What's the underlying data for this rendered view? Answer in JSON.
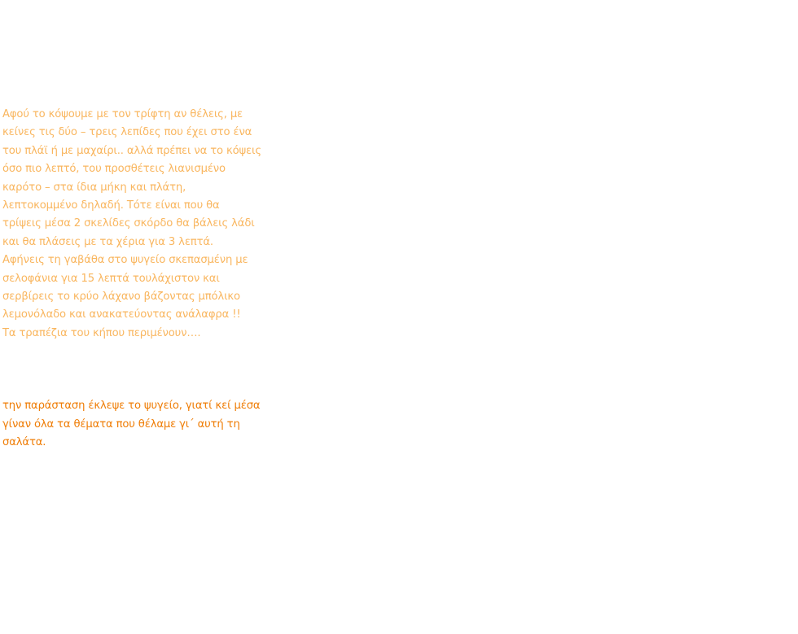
{
  "recipe": {
    "paragraphs": [
      "Αφού το κόψουμε με τον τρίφτη αν θέλεις, με κείνες τις δύο – τρεις λεπίδες που έχει στο ένα του πλάϊ ή με μαχαίρι.. αλλά πρέπει να το κόψεις όσο πιο λεπτό, του προσθέτεις λιανισμένο καρότο – στα ίδια μήκη και πλάτη, λεπτοκομμένο δηλαδή. Τότε είναι που θα τρίψεις μέσα 2 σκελίδες σκόρδο θα βάλεις λάδι και θα πλάσεις με τα χέρια για 3 λεπτά.",
      "Αφήνεις τη γαβάθα στο ψυγείο σκεπασμένη με σελοφάνια για 15 λεπτά τουλάχιστον και σερβίρεις το κρύο λάχανο βάζοντας μπόλικο λεμονόλαδο και ανακατεύοντας ανάλαφρα !!",
      "Τα τραπέζια του κήπου περιμένουν…."
    ],
    "note": "την παράσταση έκλεψε το ψυγείο, γιατί κεί μέσα γίναν όλα τα θέματα που θέλαμε γι΄ αυτή τη σαλάτα."
  },
  "colors": {
    "light_text": "#f9b65f",
    "dark_text": "#ef7d06",
    "background": "#ffffff"
  }
}
